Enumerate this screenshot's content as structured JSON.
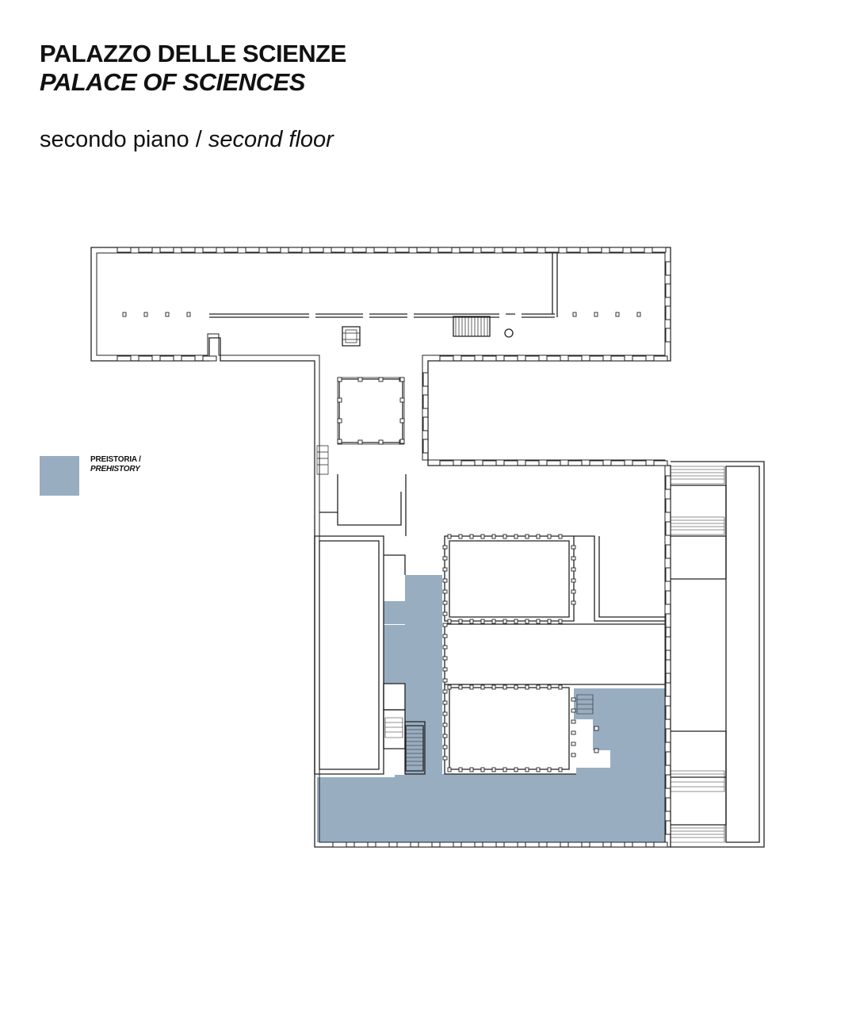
{
  "header": {
    "title_it": "PALAZZO DELLE SCIENZE",
    "title_en": "PALACE OF SCIENCES",
    "floor_it": "secondo piano /",
    "floor_en": "second floor"
  },
  "legend": {
    "items": [
      {
        "label_it": "PREISTORIA /",
        "label_en": "PREHISTORY",
        "color": "#99adc0"
      }
    ]
  },
  "colors": {
    "wall": "#222222",
    "highlight": "#99adc0",
    "background": "#ffffff"
  }
}
